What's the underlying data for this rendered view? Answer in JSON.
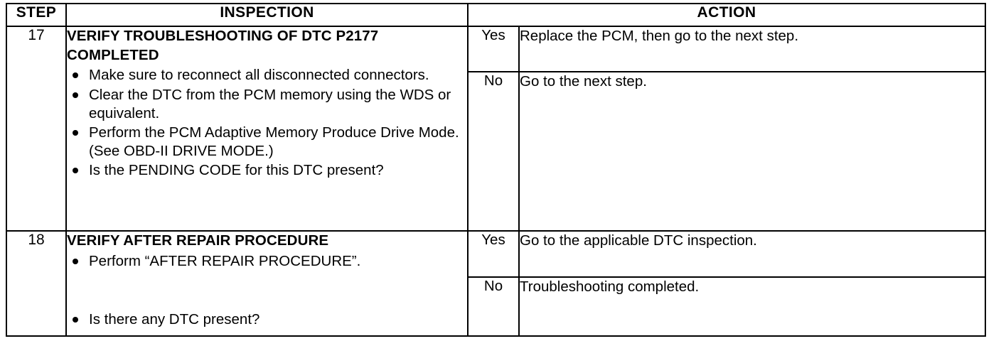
{
  "table": {
    "headers": {
      "step": "STEP",
      "inspection": "INSPECTION",
      "action": "ACTION"
    },
    "rows": [
      {
        "step": "17",
        "inspection": {
          "title": "VERIFY TROUBLESHOOTING OF DTC P2177 COMPLETED",
          "bullets": [
            "Make sure to reconnect all disconnected connectors.",
            "Clear the DTC from the PCM memory using the WDS or equivalent.",
            "Perform the PCM Adaptive Memory Produce Drive Mode.",
            "Is the PENDING CODE for this DTC present?"
          ],
          "note": "(See OBD-II DRIVE MODE.)"
        },
        "results": [
          {
            "label": "Yes",
            "action": "Replace the PCM, then go to the next step."
          },
          {
            "label": "No",
            "action": "Go to the next step."
          }
        ]
      },
      {
        "step": "18",
        "inspection": {
          "title": "VERIFY AFTER REPAIR PROCEDURE",
          "bullets": [
            "Perform “AFTER REPAIR PROCEDURE”.",
            "Is there any DTC present?"
          ]
        },
        "results": [
          {
            "label": "Yes",
            "action": "Go to the applicable DTC inspection."
          },
          {
            "label": "No",
            "action": "Troubleshooting completed."
          }
        ]
      }
    ]
  }
}
